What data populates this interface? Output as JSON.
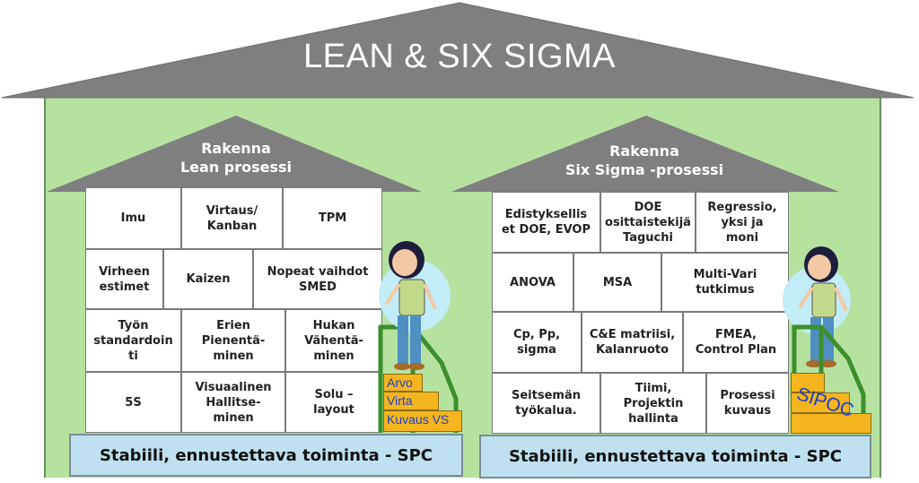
{
  "title": "LEAN & SIX SIGMA",
  "lean": {
    "roof_title_line1": "Rakenna",
    "roof_title_line2": "Lean prosessi",
    "cells": [
      "Imu",
      "Virtaus/\nKanban",
      "TPM",
      "Virheen\nestimet",
      "Kaizen",
      "Nopeat vaihdot\nSMED",
      "Työn\nstandardoin\nti",
      "Erien\nPienentä-\nminen",
      "Hukan\nVähentä-\nminen",
      "5S",
      "Visuaalinen\nHallitse-\nminen",
      "Solu –\nlayout"
    ],
    "foundation": "Stabiili, ennustettava toiminta - SPC",
    "stairs": [
      "Arvo",
      "Virta",
      "Kuvaus VS"
    ]
  },
  "sixsigma": {
    "roof_title_line1": "Rakenna",
    "roof_title_line2": "Six Sigma -prosessi",
    "cells": [
      "Edistyksellis\net DOE, EVOP",
      "DOE\nosittaistekijä\nTaguchi",
      "Regressio,\nyksi ja\nmoni",
      "ANOVA",
      "MSA",
      "Multi-Vari\ntutkimus",
      "Cp, Pp,\nsigma",
      "C&E matriisi,\nKalanruoto",
      "FMEA,\nControl Plan",
      "Seitsemän\ntyökalua.",
      "Tiimi,\nProjektin\nhallinta",
      "Prosessi\nkuvaus"
    ],
    "foundation": "Stabiili, ennustettava toiminta - SPC",
    "stairs_label": "SIPOC"
  },
  "colors": {
    "roof": "#7f7f7f",
    "wall": "#b6e2a0",
    "foundation": "#bfe0f0",
    "stairs": "#f5b51e",
    "stair_text": "#1e40c8",
    "railing": "#3d8f2e"
  }
}
